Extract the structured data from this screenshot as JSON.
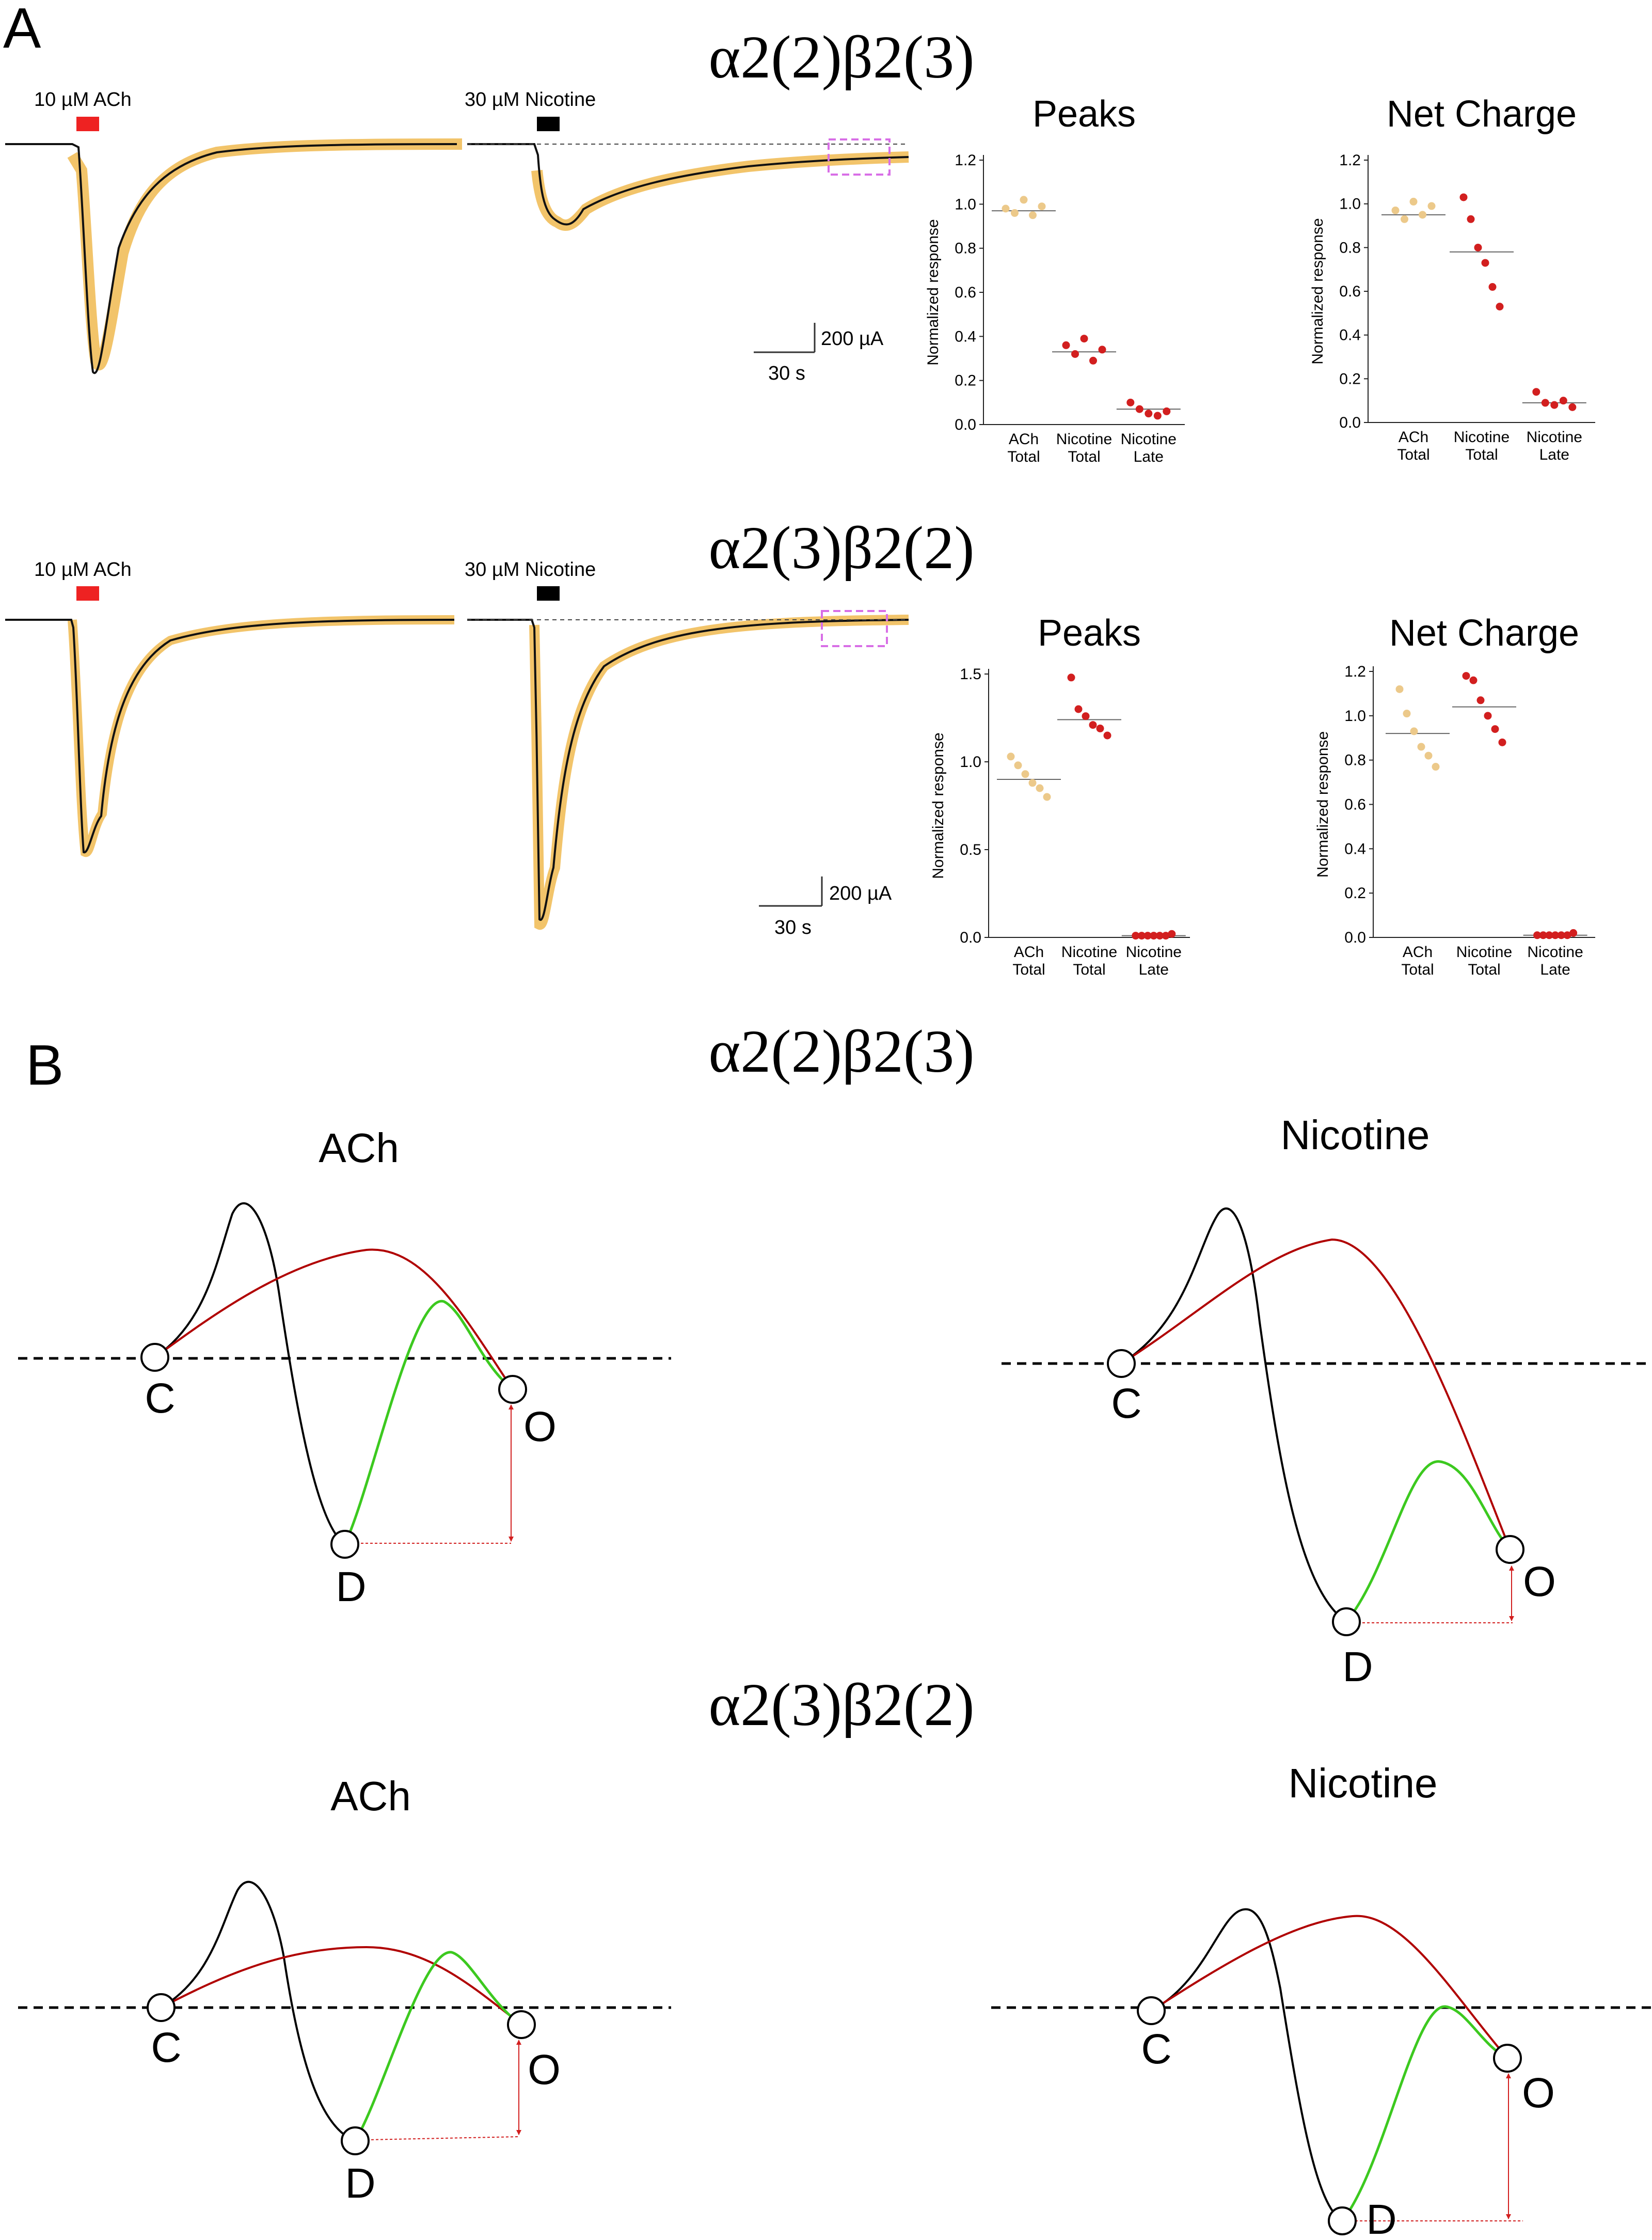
{
  "figure": {
    "panel_a_label": "A",
    "panel_b_label": "B",
    "constructs": [
      "α2(2)β2(3)",
      "α2(3)β2(2)"
    ]
  },
  "colors": {
    "ach_light": "#ecc98a",
    "nicotine_dark": "#d21f1f",
    "ach_bar": "#ee2222",
    "nicotine_bar": "#000000",
    "trace_band": "#f2c46a",
    "late_box": "#d86ee6",
    "path_black": "#000000",
    "path_red": "#b00000",
    "path_green": "#3cc91f"
  },
  "traces": [
    {
      "construct": "α2(2)β2(3)",
      "ach_label": "10 µM ACh",
      "nic_label": "30 µM Nicotine",
      "scale_current": "200 µA",
      "scale_time": "30 s"
    },
    {
      "construct": "α2(3)β2(2)",
      "ach_label": "10 µM ACh",
      "nic_label": "30 µM Nicotine",
      "scale_current": "200 µA",
      "scale_time": "30 s"
    }
  ],
  "chart_data": [
    {
      "type": "scatter",
      "construct": "α2(2)β2(3)",
      "title": "Peaks",
      "ylabel": "Normalized response",
      "categories": [
        "ACh Total",
        "Nicotine Total",
        "Nicotine Late"
      ],
      "category_lines": [
        [
          "ACh",
          "Total"
        ],
        [
          "Nicotine",
          "Total"
        ],
        [
          "Nicotine",
          "Late"
        ]
      ],
      "ylim": [
        0,
        1.2
      ],
      "yticks": [
        "0.0",
        "0.2",
        "0.4",
        "0.6",
        "0.8",
        "1.0",
        "1.2"
      ],
      "means": [
        0.97,
        0.33,
        0.07
      ],
      "points": [
        [
          0.98,
          0.96,
          1.02,
          0.95,
          0.99
        ],
        [
          0.36,
          0.32,
          0.39,
          0.29,
          0.34
        ],
        [
          0.1,
          0.07,
          0.05,
          0.04,
          0.06
        ]
      ]
    },
    {
      "type": "scatter",
      "construct": "α2(2)β2(3)",
      "title": "Net Charge",
      "ylabel": "Normalized response",
      "categories": [
        "ACh Total",
        "Nicotine Total",
        "Nicotine Late"
      ],
      "category_lines": [
        [
          "ACh",
          "Total"
        ],
        [
          "Nicotine",
          "Total"
        ],
        [
          "Nicotine",
          "Late"
        ]
      ],
      "ylim": [
        0,
        1.2
      ],
      "yticks": [
        "0.0",
        "0.2",
        "0.4",
        "0.6",
        "0.8",
        "1.0",
        "1.2"
      ],
      "means": [
        0.95,
        0.78,
        0.09
      ],
      "points": [
        [
          0.97,
          0.93,
          1.01,
          0.95,
          0.99
        ],
        [
          1.03,
          0.93,
          0.8,
          0.73,
          0.62,
          0.53
        ],
        [
          0.14,
          0.09,
          0.08,
          0.1,
          0.07
        ]
      ]
    },
    {
      "type": "scatter",
      "construct": "α2(3)β2(2)",
      "title": "Peaks",
      "ylabel": "Normalized response",
      "categories": [
        "ACh Total",
        "Nicotine Total",
        "Nicotine Late"
      ],
      "category_lines": [
        [
          "ACh",
          "Total"
        ],
        [
          "Nicotine",
          "Total"
        ],
        [
          "Nicotine",
          "Late"
        ]
      ],
      "ylim": [
        0,
        1.5
      ],
      "yticks": [
        "0.0",
        "0.5",
        "1.0",
        "1.5"
      ],
      "means": [
        0.9,
        1.24,
        0.01
      ],
      "points": [
        [
          1.03,
          0.98,
          0.93,
          0.88,
          0.85,
          0.8
        ],
        [
          1.48,
          1.3,
          1.26,
          1.21,
          1.19,
          1.15
        ],
        [
          0.01,
          0.01,
          0.01,
          0.01,
          0.01,
          0.01,
          0.02
        ]
      ]
    },
    {
      "type": "scatter",
      "construct": "α2(3)β2(2)",
      "title": "Net Charge",
      "ylabel": "Normalized response",
      "categories": [
        "ACh Total",
        "Nicotine Total",
        "Nicotine Late"
      ],
      "category_lines": [
        [
          "ACh",
          "Total"
        ],
        [
          "Nicotine",
          "Total"
        ],
        [
          "Nicotine",
          "Late"
        ]
      ],
      "ylim": [
        0,
        1.2
      ],
      "yticks": [
        "0.0",
        "0.2",
        "0.4",
        "0.6",
        "0.8",
        "1.0",
        "1.2"
      ],
      "means": [
        0.92,
        1.04,
        0.01
      ],
      "points": [
        [
          1.12,
          1.01,
          0.93,
          0.86,
          0.82,
          0.77
        ],
        [
          1.18,
          1.16,
          1.07,
          1.0,
          0.94,
          0.88
        ],
        [
          0.01,
          0.01,
          0.01,
          0.01,
          0.01,
          0.01,
          0.02
        ]
      ]
    }
  ],
  "energy_diagrams": [
    {
      "construct": "α2(2)β2(3)",
      "agonist": "ACh",
      "states": [
        "C",
        "D",
        "O"
      ]
    },
    {
      "construct": "α2(2)β2(3)",
      "agonist": "Nicotine",
      "states": [
        "C",
        "D",
        "O"
      ]
    },
    {
      "construct": "α2(3)β2(2)",
      "agonist": "ACh",
      "states": [
        "C",
        "D",
        "O"
      ]
    },
    {
      "construct": "α2(3)β2(2)",
      "agonist": "Nicotine",
      "states": [
        "C",
        "D",
        "O"
      ]
    }
  ]
}
